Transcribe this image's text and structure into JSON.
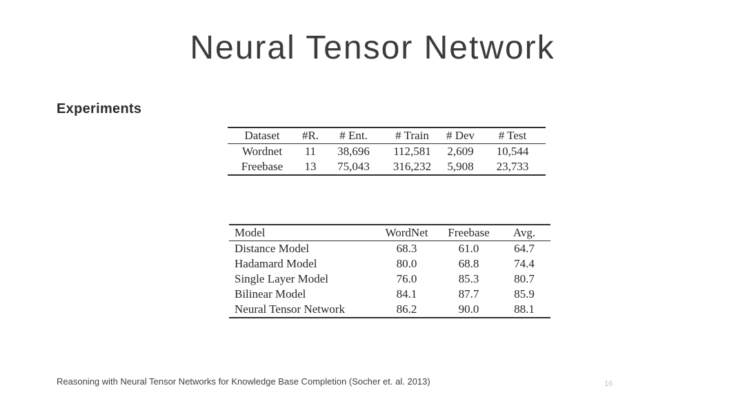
{
  "slide": {
    "title": "Neural Tensor Network",
    "section_label": "Experiments",
    "footer_citation": "Reasoning with Neural Tensor Networks for Knowledge Base Completion (Socher et. al. 2013)",
    "page_number": "16"
  },
  "dataset_table": {
    "headers": [
      "Dataset",
      "#R.",
      "# Ent.",
      "# Train",
      "# Dev",
      "# Test"
    ],
    "rows": [
      [
        "Wordnet",
        "11",
        "38,696",
        "112,581",
        "2,609",
        "10,544"
      ],
      [
        "Freebase",
        "13",
        "75,043",
        "316,232",
        "5,908",
        "23,733"
      ]
    ]
  },
  "results_table": {
    "headers": [
      "Model",
      "WordNet",
      "Freebase",
      "Avg."
    ],
    "rows": [
      [
        "Distance Model",
        "68.3",
        "61.0",
        "64.7"
      ],
      [
        "Hadamard Model",
        "80.0",
        "68.8",
        "74.4"
      ],
      [
        "Single Layer Model",
        "76.0",
        "85.3",
        "80.7"
      ],
      [
        "Bilinear Model",
        "84.1",
        "87.7",
        "85.9"
      ],
      [
        "Neural Tensor Network",
        "86.2",
        "90.0",
        "88.1"
      ]
    ]
  },
  "colors": {
    "background": "#ffffff",
    "text_primary": "#272727",
    "title_text": "#3b3b3b",
    "rule_line": "#2f2f2f",
    "page_number_gray": "#bfbfbf"
  }
}
